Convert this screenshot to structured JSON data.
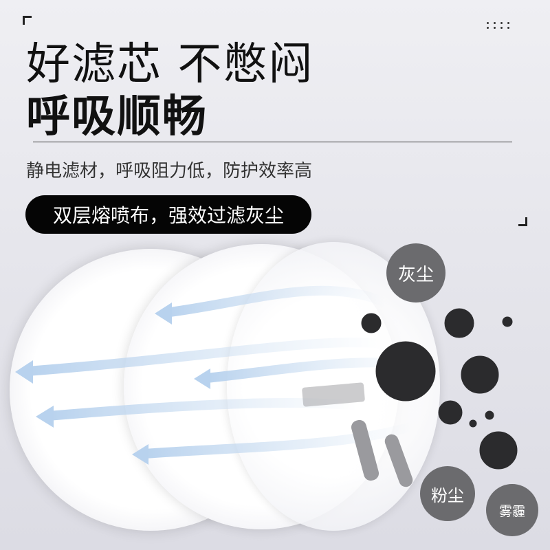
{
  "headline": {
    "line1": "好滤芯 不憋闷",
    "line2": "呼吸顺畅"
  },
  "subtitle": "静电滤材，呼吸阻力低，防护效率高",
  "pill_label": "双层熔喷布，强效过滤灰尘",
  "particles": {
    "dust": "灰尘",
    "powder": "粉尘",
    "smog": "雾霾"
  },
  "colors": {
    "pill": "#050505",
    "bubble": "#6b6b6e",
    "virus": "#2b2b2d"
  }
}
